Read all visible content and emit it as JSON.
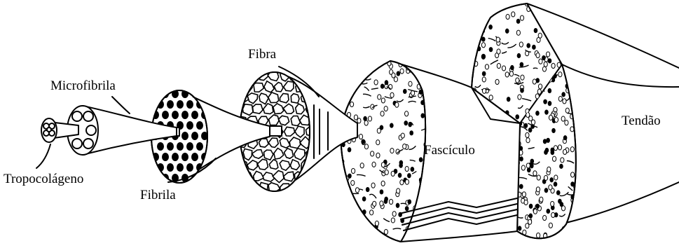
{
  "labels": {
    "tropocolageno": "Tropocolágeno",
    "microfibrila": "Microfibrila",
    "fibrila": "Fibrila",
    "fibra": "Fibra",
    "fasciculo": "Fascículo",
    "tendao": "Tendão"
  },
  "colors": {
    "ink": "#000000",
    "background": "#ffffff"
  }
}
